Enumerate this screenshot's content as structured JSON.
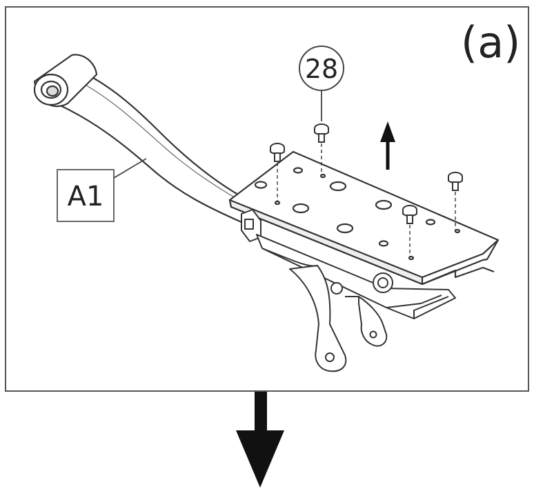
{
  "panel": {
    "label": "(a)"
  },
  "callouts": {
    "part_number": "28",
    "part_label": "A1"
  },
  "colors": {
    "ink": "#1e1e1e",
    "line": "#444444",
    "frame": "#555555",
    "arrow": "#111111"
  }
}
